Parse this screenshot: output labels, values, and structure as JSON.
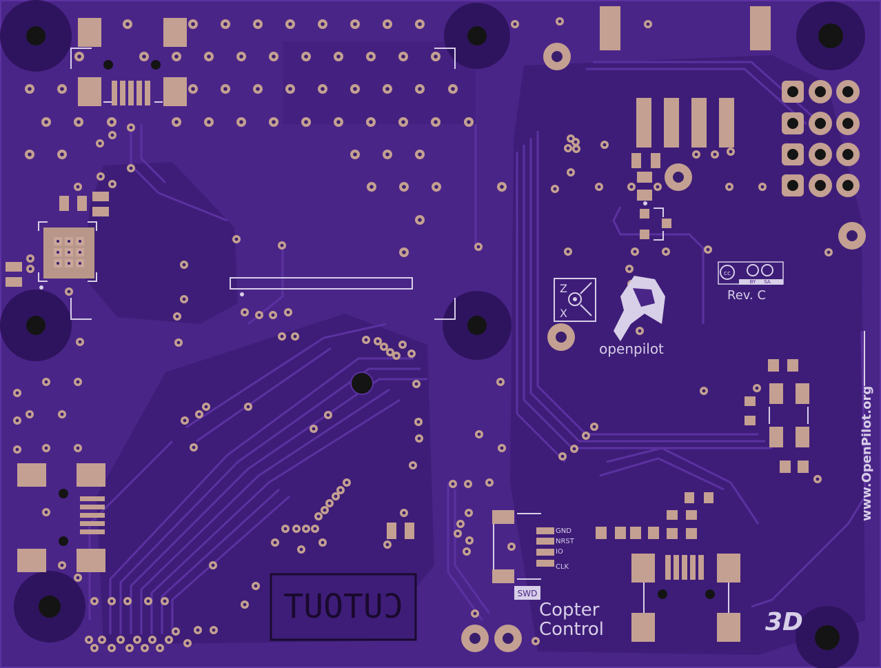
{
  "board": {
    "background": "#4a2588",
    "pour_color": "#3e1d78",
    "trace_color": "#5b32a0",
    "pad_color": "#c4a092",
    "silk_color": "#d8cfe8",
    "mount_hole_color": "#2e145e"
  },
  "silkscreen": {
    "rev": "Rev. C",
    "brand": "openpilot",
    "url": "www.OpenPilot.org",
    "product_line1": "Copter",
    "product_line2": "Control",
    "variant": "3D",
    "cutout": "CUTOUT",
    "swd": "SWD",
    "swd_pins": [
      "GND",
      "NRST",
      "IO",
      "CLK"
    ],
    "cc_license": [
      "BY",
      "SA"
    ],
    "axis": [
      "Z",
      "X"
    ]
  },
  "icons": [
    "openpilot-logo-icon",
    "creative-commons-icon",
    "axis-orientation-icon"
  ]
}
